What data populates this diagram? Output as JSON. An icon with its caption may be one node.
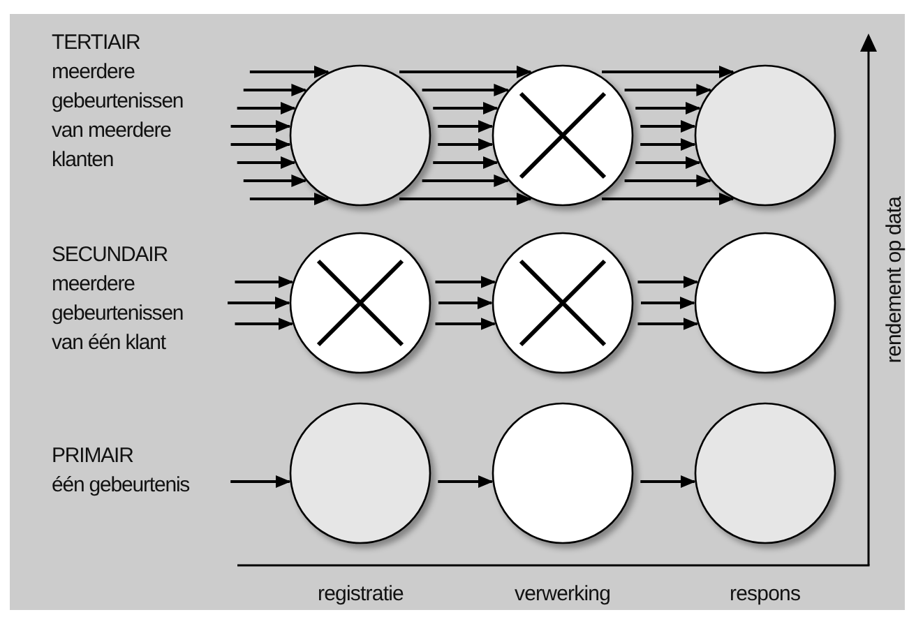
{
  "diagram": {
    "nodes": [
      {
        "text": [
          "TERTIAIR",
          "meerdere gebeurtenissen van meerdere klanten"
        ]
      },
      {
        "text": [],
        "shape": "circle"
      },
      {
        "text": [],
        "shape": "circle"
      },
      {
        "text": [],
        "shape": "circle"
      },
      {
        "text": [
          "SECUNDAIR",
          "meerdere gebeurtenissen van één klant"
        ]
      },
      {
        "text": [],
        "shape": "circle"
      },
      {
        "text": [],
        "shape": "circle"
      },
      {
        "text": [],
        "shape": "circle"
      },
      {
        "text": [
          "PRIMAIR",
          "één gebeurtenis"
        ]
      },
      {
        "text": [],
        "shape": "circle"
      },
      {
        "text": [],
        "shape": "circle"
      },
      {
        "text": [],
        "shape": "circle"
      }
    ],
    "edges": [
      {
        "from": 0,
        "to": 1,
        "arrow": "to"
      },
      {
        "from": 0,
        "to": 1,
        "arrow": "to"
      },
      {
        "from": 0,
        "to": 1,
        "arrow": "to"
      },
      {
        "from": 0,
        "to": 1,
        "arrow": "to"
      },
      {
        "from": 0,
        "to": 1,
        "arrow": "to"
      },
      {
        "from": 0,
        "to": 1,
        "arrow": "to"
      },
      {
        "from": 0,
        "to": 1,
        "arrow": "to"
      },
      {
        "from": 0,
        "to": 1,
        "arrow": "to"
      },
      {
        "from": 1,
        "to": 2,
        "arrow": "to"
      },
      {
        "from": 1,
        "to": 2,
        "arrow": "to"
      },
      {
        "from": 1,
        "to": 2,
        "arrow": "to"
      },
      {
        "from": 1,
        "to": 2,
        "arrow": "to"
      },
      {
        "from": 1,
        "to": 2,
        "arrow": "to"
      },
      {
        "from": 1,
        "to": 2,
        "arrow": "to"
      },
      {
        "from": 1,
        "to": 2,
        "arrow": "to"
      },
      {
        "from": 1,
        "to": 2,
        "arrow": "to"
      },
      {
        "from": 2,
        "to": 3,
        "arrow": "to"
      },
      {
        "from": 2,
        "to": 3,
        "arrow": "to"
      },
      {
        "from": 2,
        "to": 3,
        "arrow": "to"
      },
      {
        "from": 2,
        "to": 3,
        "arrow": "to"
      },
      {
        "from": 2,
        "to": 3,
        "arrow": "to"
      },
      {
        "from": 2,
        "to": 3,
        "arrow": "to"
      },
      {
        "from": 2,
        "to": 3,
        "arrow": "to"
      },
      {
        "from": 2,
        "to": 3,
        "arrow": "to"
      },
      {
        "from": 4,
        "to": 5,
        "arrow": "to"
      },
      {
        "from": 4,
        "to": 5,
        "arrow": "to"
      },
      {
        "from": 4,
        "to": 5,
        "arrow": "to"
      },
      {
        "from": 5,
        "to": 6,
        "arrow": "to"
      },
      {
        "from": 5,
        "to": 6,
        "arrow": "to"
      },
      {
        "from": 5,
        "to": 6,
        "arrow": "to"
      },
      {
        "from": 6,
        "to": 7,
        "arrow": "to"
      },
      {
        "from": 6,
        "to": 7,
        "arrow": "to"
      },
      {
        "from": 6,
        "to": 7,
        "arrow": "to"
      },
      {
        "from": 8,
        "to": 9,
        "arrow": "to"
      },
      {
        "from": 9,
        "to": 10,
        "arrow": "to"
      },
      {
        "from": 10,
        "to": 11,
        "arrow": "to"
      }
    ],
    "labels": [
      "rendement op data",
      "registratie",
      "verwerking",
      "respons"
    ]
  }
}
